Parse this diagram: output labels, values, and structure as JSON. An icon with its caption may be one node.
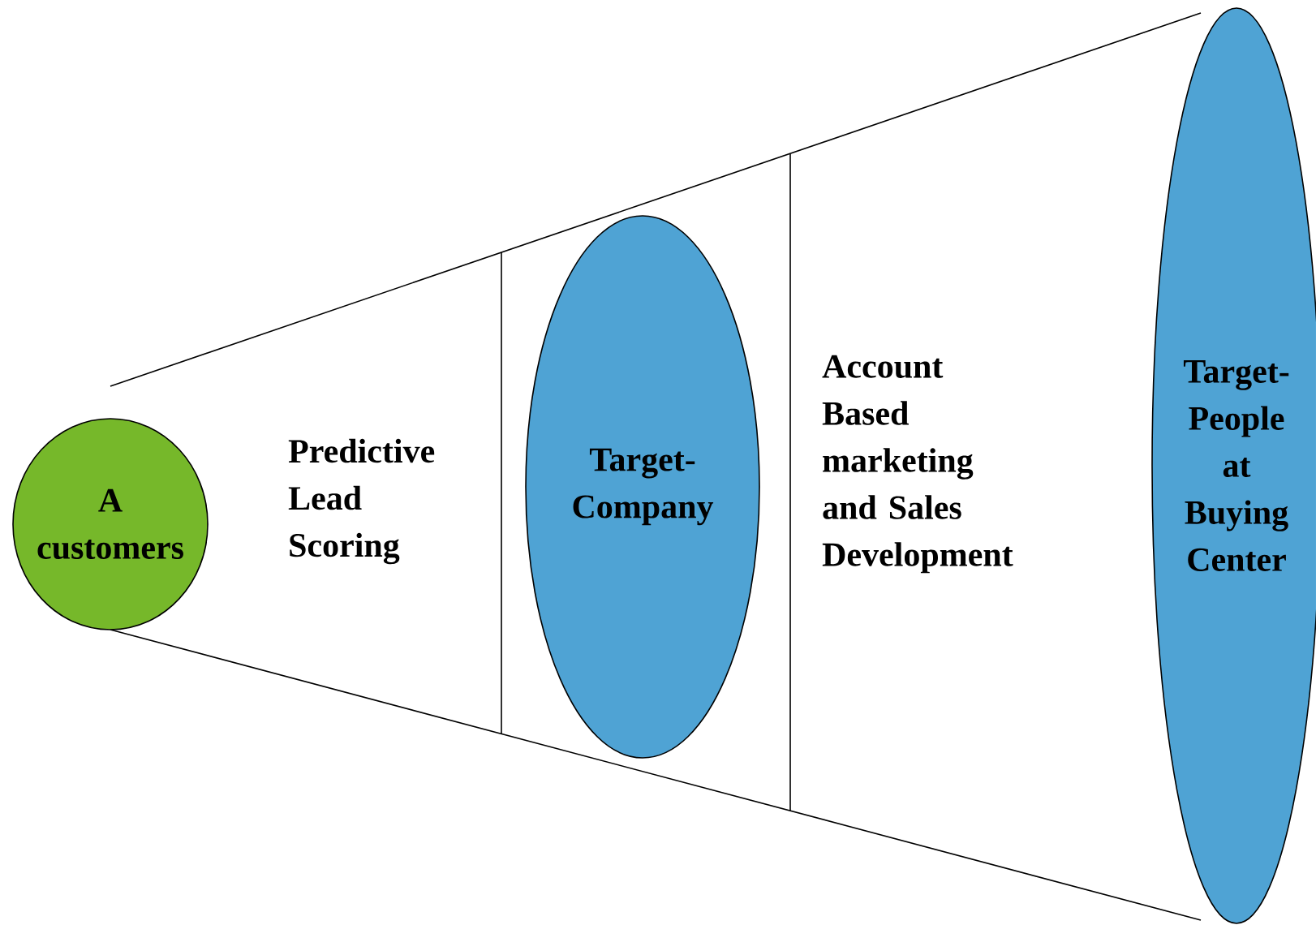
{
  "diagram": {
    "nodes": [
      {
        "text": [
          "A customers"
        ]
      },
      {
        "text": [
          "Target-Company"
        ]
      },
      {
        "text": [
          "Target-People at Buying Center"
        ]
      }
    ],
    "labels": [
      "Predictive Lead Scoring",
      "Account Based marketing and Sales Development"
    ]
  }
}
